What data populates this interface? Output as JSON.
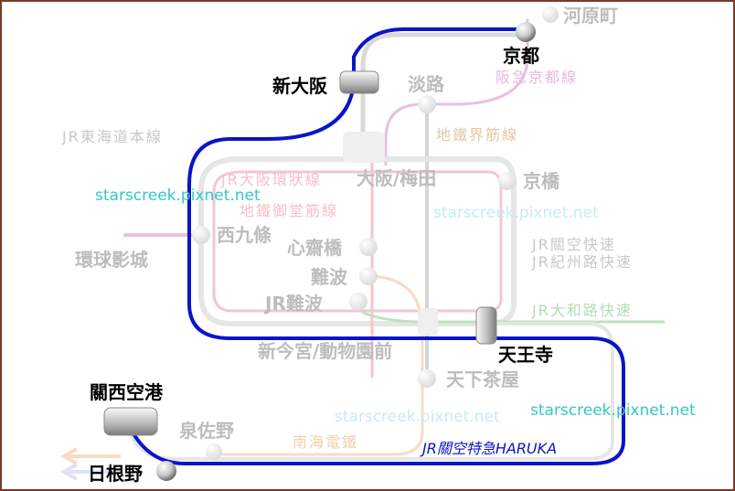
{
  "watermark": "starscreek.pixnet.net",
  "colors": {
    "haruka": "#0a14c8",
    "faded_text": "#bdbdbd",
    "faded_line": "#d9d9d9",
    "hankyu": "#e8c0e0",
    "kanku": "#c9c9c9",
    "loop": "#f2c6d6",
    "midosuji": "#f6c4cc",
    "yamatoji": "#bfe3bf",
    "nankai": "#f7dcc3",
    "watermark": "#35c7c7",
    "frame": "#7a3a2a"
  },
  "stations": {
    "kyoto": "京都",
    "kawaramachi": "河原町",
    "shin_osaka": "新大阪",
    "awaji": "淡路",
    "osaka_umeda": "大阪/梅田",
    "kyobashi": "京橋",
    "nishikujo": "西九條",
    "universal": "環球影城",
    "shinsaibashi": "心齋橋",
    "namba": "難波",
    "jr_namba": "JR難波",
    "tennoji": "天王寺",
    "shin_imamiya": "新今宮/動物園前",
    "tengachaya": "天下茶屋",
    "kansai_airport": "關西空港",
    "izumisano": "泉佐野",
    "hineno": "日根野"
  },
  "lines": {
    "hankyu_kyoto": "阪急京都線",
    "jr_tokaido": "JR東海道本線",
    "sakaisuji": "地鐵界筋線",
    "osaka_loop": "JR大阪環狀線",
    "midosuji": "地鐵御堂筋線",
    "kanku_rapid": "JR關空快速",
    "kinokuji_rapid": "JR紀州路快速",
    "yamatoji_rapid": "JR大和路快速",
    "nankai": "南海電鐵",
    "haruka": "JR關空特急HARUKA"
  }
}
